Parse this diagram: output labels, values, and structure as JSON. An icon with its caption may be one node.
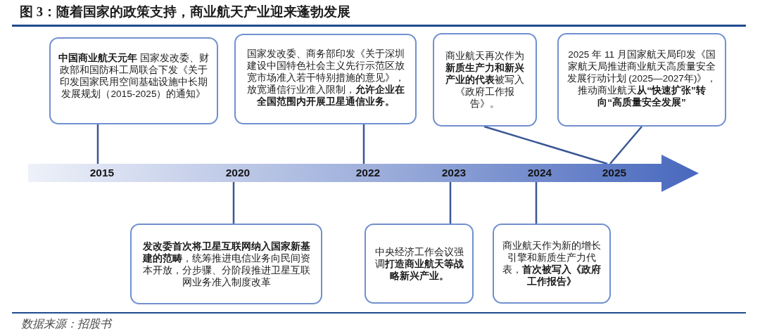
{
  "diagram": {
    "title": "图 3：随着国家的政策支持，商业航天产业迎来蓬勃发展",
    "nodes": [
      {
        "text": [
          "**中国商业航天元年** 国家发改委、财政部和国防科工局联合下发《关于印发国家民用空间基础设施中长期发展规划（2015-2025）的通知》"
        ]
      },
      {
        "text": [
          "国家发改委、商务部印发《关于深圳建设中国特色社会主义先行示范区放宽市场准入若干特别措施的意见》，放宽通信行业准入限制，**允许企业在全国范围内开展卫星通信业务。**"
        ]
      },
      {
        "text": [
          "商业航天再次作为**新质生产力和新兴产业的代表**被写入《政府工作报告》。"
        ]
      },
      {
        "text": [
          "2025 年 11 月国家航天局印发《国家航天局推进商业航天高质量安全发展行动计划 (2025—2027年)》，推动商业航天**从“快速扩张”转向“高质量安全发展”**"
        ]
      },
      {
        "text": [],
        "shape": "arrow"
      },
      {
        "text": [
          "2015"
        ],
        "in": 4
      },
      {
        "text": [
          "2020"
        ],
        "in": 4
      },
      {
        "text": [
          "2022"
        ],
        "in": 4
      },
      {
        "text": [
          "2023"
        ],
        "in": 4
      },
      {
        "text": [
          "2024"
        ],
        "in": 4
      },
      {
        "text": [
          "2025"
        ],
        "in": 4
      },
      {
        "text": [
          "**发改委首次将卫星互联网纳入国家新基建的范畴**，统筹推进电信业务向民间资本开放，分步骤、分阶段推进卫星互联网业务准入制度改革"
        ]
      },
      {
        "text": [
          "中央经济工作会议强调**打造商业航天等战略新兴产业。**"
        ]
      },
      {
        "text": [
          "商业航天作为新的增长引擎和新质生产力代表，**首次被写入《政府工作报告》**"
        ]
      }
    ],
    "edges": [
      {
        "from": 0,
        "to": 5,
        "arrow": "none"
      },
      {
        "from": 1,
        "to": 7,
        "arrow": "none"
      },
      {
        "from": 2,
        "to": 10,
        "arrow": "none"
      },
      {
        "from": 3,
        "to": 10,
        "arrow": "none"
      },
      {
        "from": 6,
        "to": 11,
        "arrow": "none"
      },
      {
        "from": 8,
        "to": 12,
        "arrow": "none"
      },
      {
        "from": 9,
        "to": 13,
        "arrow": "none"
      }
    ],
    "labels": [
      "数据来源：招股书"
    ]
  }
}
